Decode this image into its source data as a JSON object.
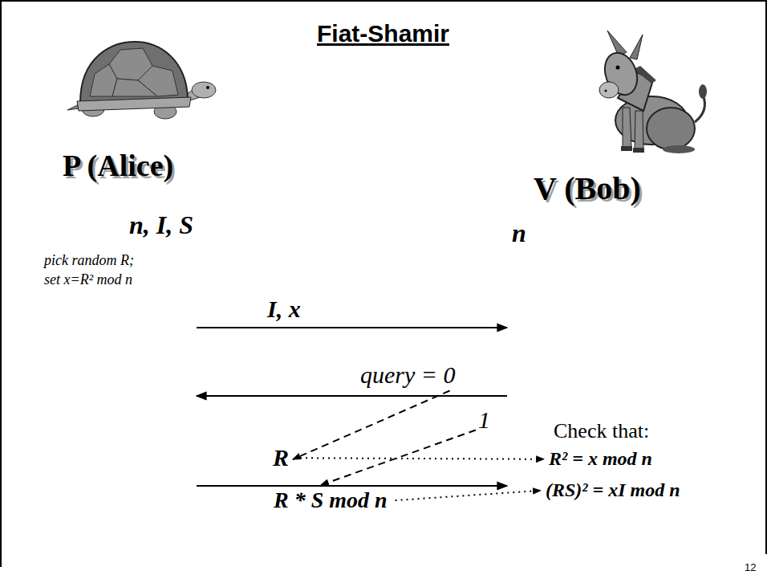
{
  "diagram": {
    "title": "Fiat-Shamir",
    "nodes": [
      {
        "text": [
          "P (Alice)",
          "n, I, S",
          "pick random R; set x=R² mod n"
        ]
      },
      {
        "text": [
          "V (Bob)",
          "n"
        ]
      }
    ],
    "edges": [
      {
        "from": 0,
        "to": 1,
        "arrow": "to",
        "label": "I, x"
      },
      {
        "from": 1,
        "to": 0,
        "arrow": "to",
        "label": "query = 0"
      },
      {
        "from": 0,
        "to": 1,
        "arrow": "to"
      }
    ],
    "labels": [
      "1",
      "R",
      "R * S mod n",
      "Check that:",
      "R² = x mod n",
      "(RS)² = xI mod n",
      "12"
    ]
  }
}
